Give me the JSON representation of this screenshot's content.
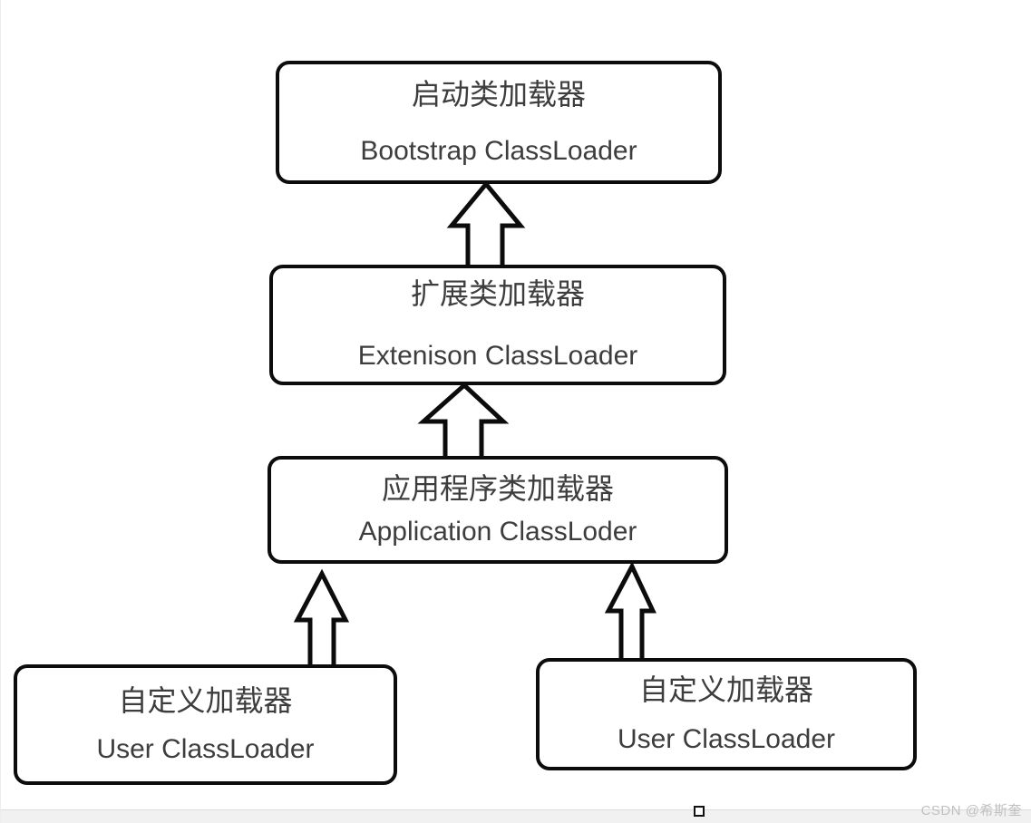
{
  "page": {
    "watermark": "CSDN @希斯奎"
  },
  "diagram": {
    "type": "hierarchy",
    "description_semantic": "Java ClassLoader delegation hierarchy diagram",
    "nodes": [
      {
        "id": "bootstrap",
        "zh": "启动类加载器",
        "en": "Bootstrap ClassLoader"
      },
      {
        "id": "extension",
        "zh": "扩展类加载器",
        "en": "Extenison ClassLoader"
      },
      {
        "id": "application",
        "zh": "应用程序类加载器",
        "en": "Application ClassLoder"
      },
      {
        "id": "user-left",
        "zh": "自定义加载器",
        "en": "User ClassLoader"
      },
      {
        "id": "user-right",
        "zh": "自定义加载器",
        "en": "User ClassLoader"
      }
    ],
    "edges": [
      {
        "from": "extension",
        "to": "bootstrap",
        "style": "block-arrow-up"
      },
      {
        "from": "application",
        "to": "extension",
        "style": "block-arrow-up"
      },
      {
        "from": "user-left",
        "to": "application",
        "style": "block-arrow-up"
      },
      {
        "from": "user-right",
        "to": "application",
        "style": "block-arrow-up"
      }
    ]
  },
  "colors": {
    "node_border": "#0c0c0c",
    "node_fill": "#ffffff",
    "text": "#3d3d3d",
    "watermark": "#c0c0c0",
    "bottom_strip": "#f1f1f2"
  }
}
